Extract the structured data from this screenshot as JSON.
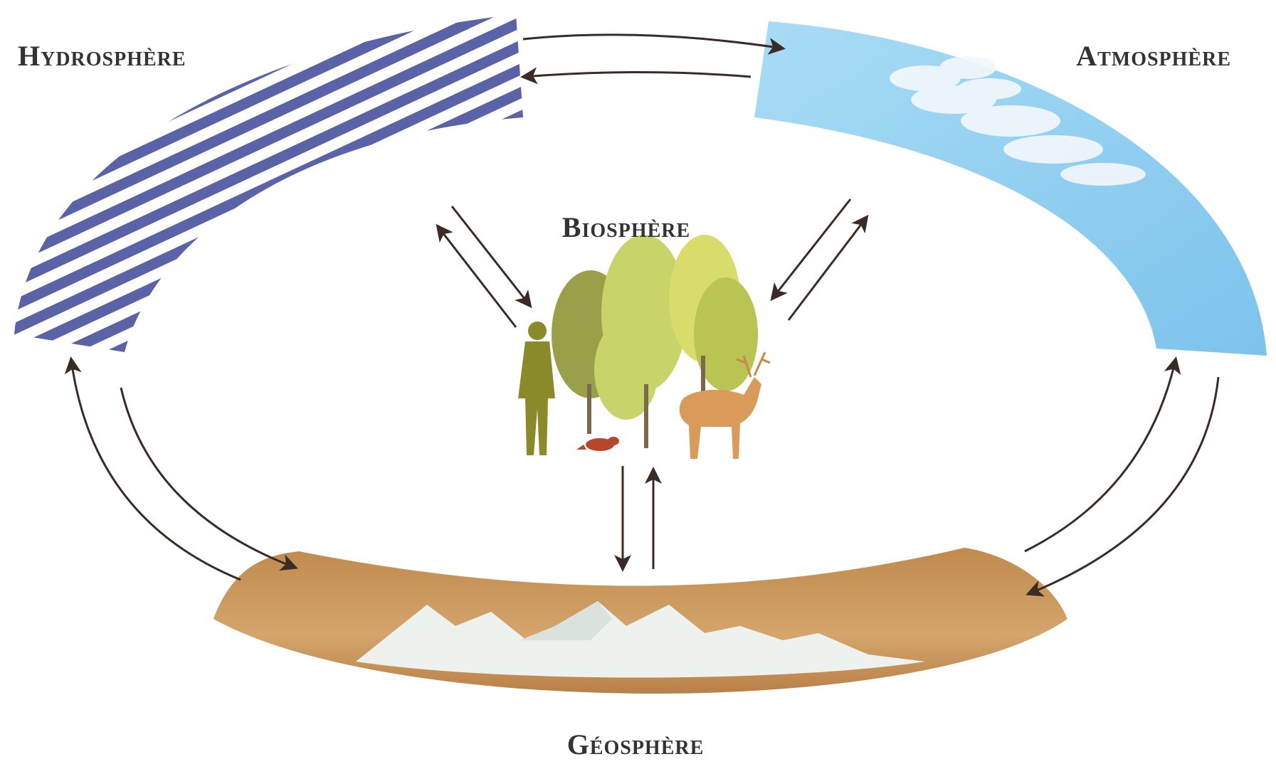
{
  "labels": {
    "hydrosphere": "Hydrosphère",
    "atmosphere": "Atmosphère",
    "biosphere": "Biosphère",
    "geosphere": "Géosphère"
  },
  "icons": {
    "hydrosphere": "water-waves-band",
    "atmosphere": "sky-clouds-band",
    "geosphere": "earth-mountains-band",
    "biosphere": "trees-person-deer-beaver"
  },
  "colors": {
    "water_stripe": "#5a62a8",
    "sky": "#8ecdf0",
    "earth": "#c9975a",
    "snow": "#eef2ef",
    "arrow": "#3a2b26",
    "label": "#333333",
    "tree_light": "#c8d46a",
    "tree_dark": "#8c9a3a",
    "person": "#8a8a2a",
    "deer": "#d99a5a",
    "beaver": "#b5472e"
  }
}
